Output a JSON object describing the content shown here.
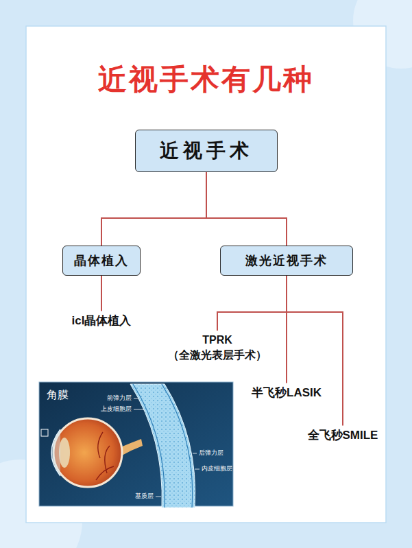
{
  "diagram": {
    "title": "近视手术有几种",
    "nodes": [
      {
        "text": [
          "近视手术"
        ]
      },
      {
        "text": [
          "晶体植入"
        ]
      },
      {
        "text": [
          "激光近视手术"
        ]
      },
      {
        "text": [
          "icl晶体植入"
        ]
      },
      {
        "text": [
          "TPRK （全激光表层手术）"
        ]
      },
      {
        "text": [
          "半飞秒LASIK"
        ]
      },
      {
        "text": [
          "全飞秒SMILE"
        ]
      }
    ],
    "edges": [
      {
        "from": 0,
        "to": 1,
        "arrow": "none"
      },
      {
        "from": 0,
        "to": 2,
        "arrow": "none"
      },
      {
        "from": 1,
        "to": 3,
        "arrow": "none"
      },
      {
        "from": 2,
        "to": 4,
        "arrow": "none"
      },
      {
        "from": 2,
        "to": 5,
        "arrow": "none"
      },
      {
        "from": 2,
        "to": 6,
        "arrow": "none"
      }
    ],
    "labels": [
      "角膜",
      "前弹力层",
      "上皮细胞层",
      "后弹力层",
      "内皮细胞层",
      "基质层"
    ]
  }
}
